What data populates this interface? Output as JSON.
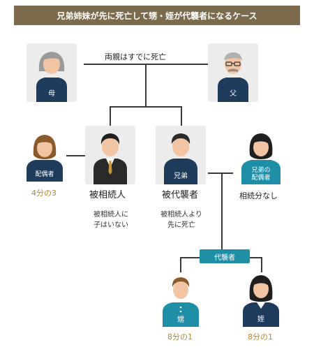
{
  "banner": {
    "title": "兄弟姉妹が先に死亡して甥・姪が代襲者になるケース"
  },
  "diagram": {
    "parents_label": "両親はすでに死亡",
    "mother_badge": "母",
    "father_badge": "父",
    "spouse_badge": "配偶者",
    "spouse_share": "4分の3",
    "heir_label": "被相続人",
    "heir_note_line1": "被相続人に",
    "heir_note_line2": "子はいない",
    "sibling_badge": "兄弟",
    "sibling_label": "被代襲者",
    "sibling_note_line1": "被相続人より",
    "sibling_note_line2": "先に死亡",
    "sibling_spouse_badge_line1": "兄弟の",
    "sibling_spouse_badge_line2": "配偶者",
    "sibling_spouse_share": "相続分なし",
    "substitute_label": "代襲者",
    "nephew_badge": "甥",
    "nephew_share": "8分の1",
    "niece_badge": "姪",
    "niece_share": "8分の1"
  },
  "colors": {
    "banner": "#7b6a4b",
    "card_bg": "#ececec",
    "teal": "#1f8fa8",
    "navy": "#1f3b5c",
    "gold_text": "#b28a32",
    "skin": "#f1c5a3",
    "line": "#3a3a3a"
  }
}
